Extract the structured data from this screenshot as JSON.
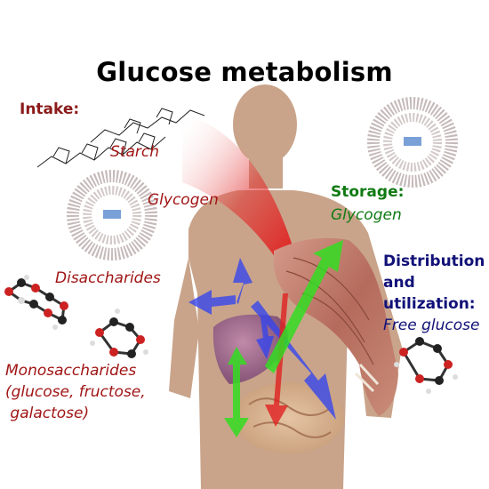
{
  "title": "Glucose metabolism",
  "intake": {
    "heading": "Intake:",
    "starch": "Starch",
    "glycogen": "Glycogen",
    "disaccharides": "Disaccharides",
    "monosaccharides": [
      "Monosaccharides",
      "(glucose, fructose,",
      " galactose)"
    ]
  },
  "storage": {
    "heading": "Storage:",
    "sub": "Glycogen"
  },
  "distribution": {
    "heading": [
      "Distribution",
      "and",
      "utilization:"
    ],
    "sub": "Free glucose"
  },
  "colors": {
    "intake": "#a01515",
    "storage": "#0f7a12",
    "distribution": "#111178",
    "skin": "#c9a48a",
    "arrow_green": "#33dd22",
    "arrow_blue": "#3344ee",
    "arrow_red": "#e02020"
  }
}
